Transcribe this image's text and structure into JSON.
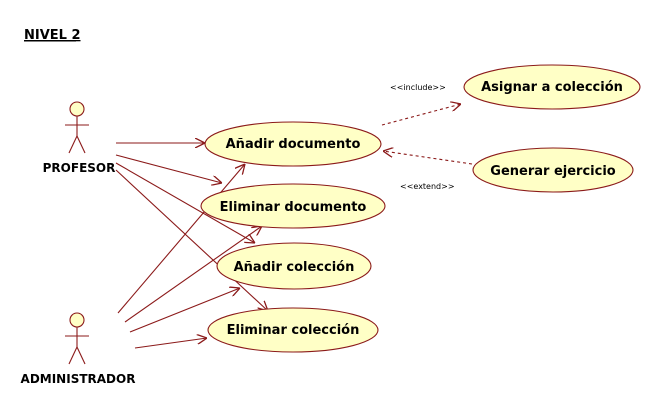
{
  "title": "NIVEL 2",
  "colors": {
    "line": "#8b1a1a",
    "usecase_fill": "#ffffc6",
    "usecase_stroke": "#8b1a1a",
    "actor_fill": "#ffffc6"
  },
  "actors": {
    "profesor": "PROFESOR",
    "administrador": "ADMINISTRADOR"
  },
  "use_cases": {
    "anadir_documento": "Añadir documento",
    "eliminar_documento": "Eliminar documento",
    "anadir_coleccion": "Añadir colección",
    "eliminar_coleccion": "Eliminar colección",
    "asignar_coleccion": "Asignar a colección",
    "generar_ejercicio": "Generar ejercicio"
  },
  "stereotypes": {
    "include": "<<include>>",
    "extend": "<<extend>>"
  }
}
